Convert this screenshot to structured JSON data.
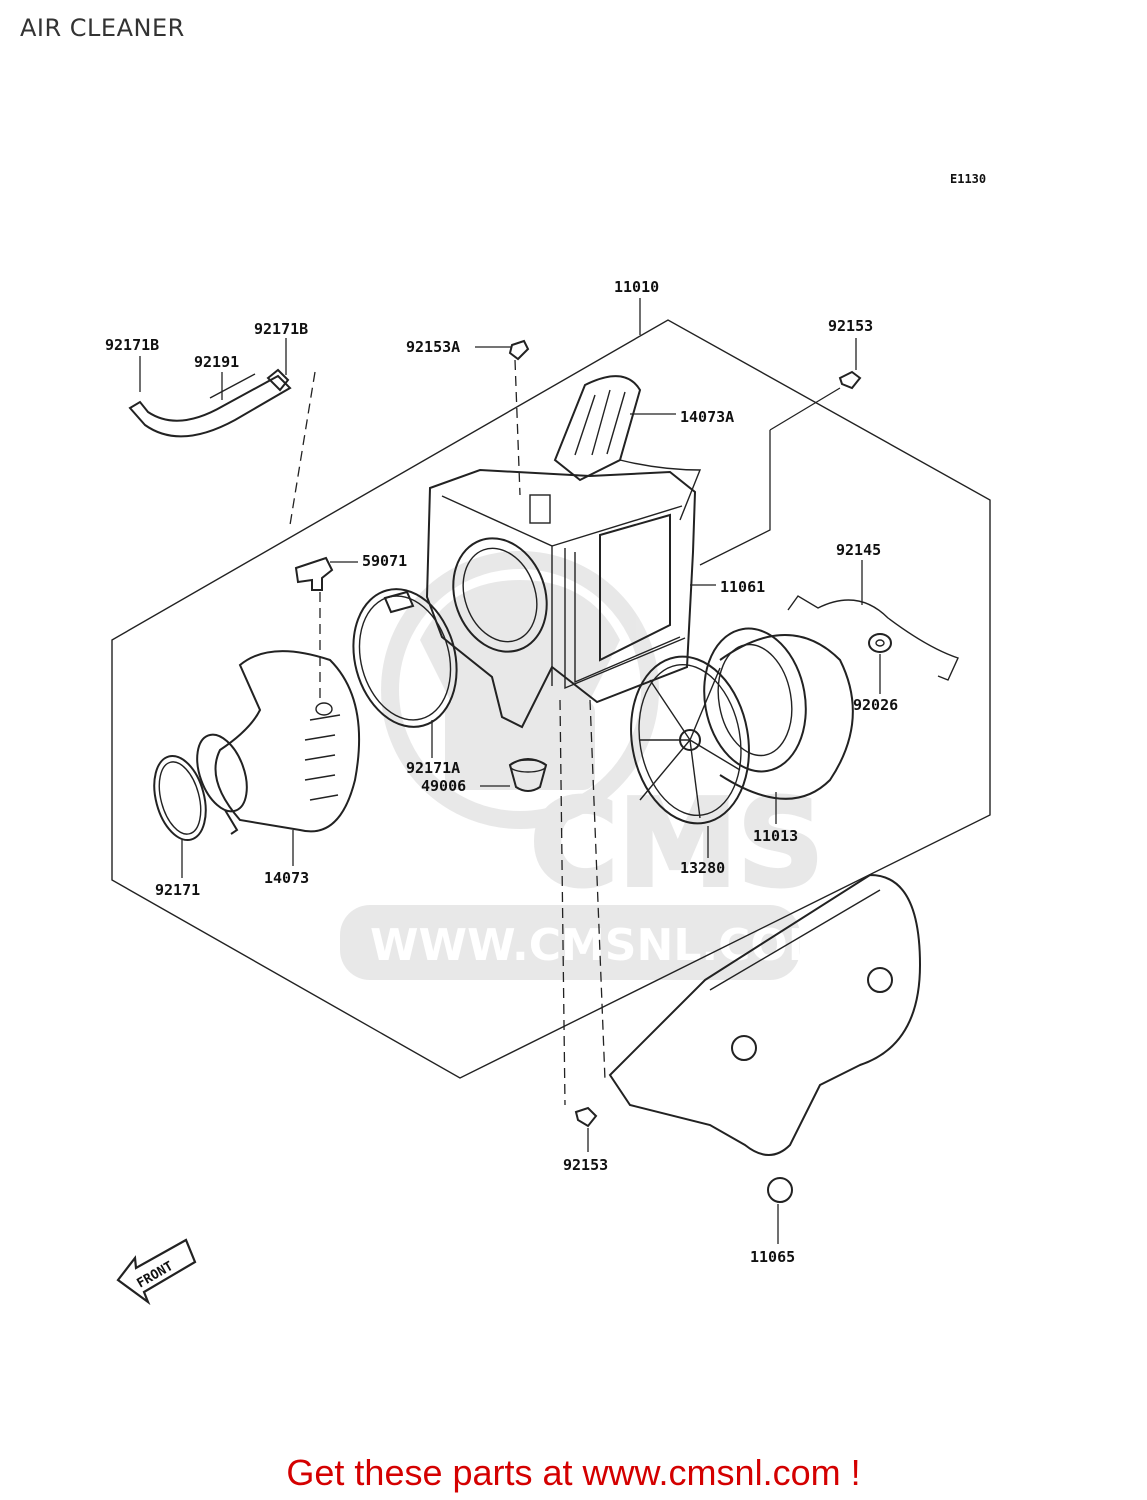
{
  "page": {
    "title": "AIR CLEANER",
    "reference_code": "E1130"
  },
  "watermark": {
    "brand": "CMS",
    "url": "WWW.CMSNL.COM"
  },
  "front_indicator": {
    "label": "FRONT"
  },
  "promo": {
    "text": "Get these parts at www.cmsnl.com !",
    "color": "#d40000"
  },
  "parts": [
    {
      "id": "11010",
      "label": "11010"
    },
    {
      "id": "92171B-left",
      "label": "92171B"
    },
    {
      "id": "92171B-right",
      "label": "92171B"
    },
    {
      "id": "92191",
      "label": "92191"
    },
    {
      "id": "92153A",
      "label": "92153A"
    },
    {
      "id": "92153-top",
      "label": "92153"
    },
    {
      "id": "14073A",
      "label": "14073A"
    },
    {
      "id": "59071",
      "label": "59071"
    },
    {
      "id": "11061",
      "label": "11061"
    },
    {
      "id": "92145",
      "label": "92145"
    },
    {
      "id": "92026",
      "label": "92026"
    },
    {
      "id": "92171A",
      "label": "92171A"
    },
    {
      "id": "49006",
      "label": "49006"
    },
    {
      "id": "11013",
      "label": "11013"
    },
    {
      "id": "13280",
      "label": "13280"
    },
    {
      "id": "92171",
      "label": "92171"
    },
    {
      "id": "14073",
      "label": "14073"
    },
    {
      "id": "92153-bottom",
      "label": "92153"
    },
    {
      "id": "11065",
      "label": "11065"
    }
  ]
}
